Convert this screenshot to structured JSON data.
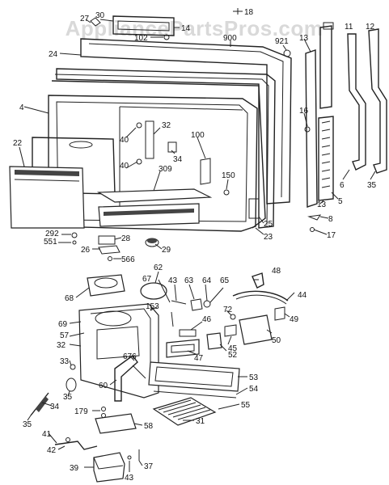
{
  "watermark": "AppliancePartsPros.com",
  "labels": {
    "l27": "27",
    "l30": "30",
    "l102": "102",
    "l14": "14",
    "l900": "900",
    "l921": "921",
    "l18": "18",
    "l13a": "13",
    "l11": "11",
    "l12": "12",
    "l24": "24",
    "l4": "4",
    "l16": "16",
    "l40a": "40",
    "l32a": "32",
    "l34a": "34",
    "l100": "100",
    "l22": "22",
    "l40b": "40",
    "l309": "309",
    "l150": "150",
    "l6": "6",
    "l35a": "35",
    "l13b": "13",
    "l5": "5",
    "l25": "25",
    "l8": "8",
    "l23": "23",
    "l17": "17",
    "l292": "292",
    "l551": "551",
    "l28": "28",
    "l26": "26",
    "l29": "29",
    "l566": "566",
    "l62": "62",
    "l48": "48",
    "l67": "67",
    "l43a": "43",
    "l63": "63",
    "l64": "64",
    "l65": "65",
    "l68": "68",
    "l44": "44",
    "l153": "153",
    "l72": "72",
    "l49": "49",
    "l69": "69",
    "l46": "46",
    "l57": "57",
    "l50": "50",
    "l45": "45",
    "l32b": "32",
    "l47": "47",
    "l52": "52",
    "l33": "33",
    "l676": "676",
    "l53": "53",
    "l60": "60",
    "l35b": "35",
    "l54": "54",
    "l34b": "34",
    "l55": "55",
    "l35c": "35",
    "l179": "179",
    "l31": "31",
    "l58": "58",
    "l41": "41",
    "l42": "42",
    "l37": "37",
    "l39": "39",
    "l43b": "43"
  }
}
